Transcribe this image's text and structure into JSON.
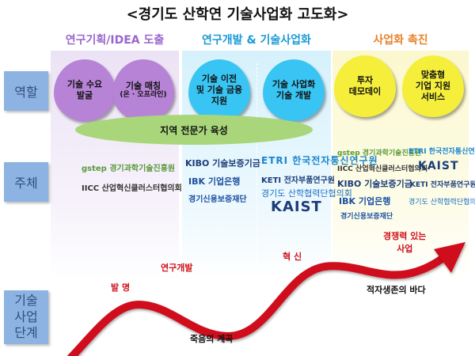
{
  "title": "<경기도 산학연 기술사업화 고도화>",
  "columns": [
    {
      "label": "연구기획/IDEA 도출",
      "color": "#9966cc"
    },
    {
      "label": "연구개발 & 기술사업화",
      "color": "#1a9ad6"
    },
    {
      "label": "사업화 촉진",
      "color": "#e8822a"
    }
  ],
  "row_labels": {
    "role": "역할",
    "actors": "주체",
    "stage": "기술\n사업\n단계"
  },
  "roles": {
    "circles": [
      {
        "line1": "기술 수요",
        "line2": "발굴",
        "line3": ""
      },
      {
        "line1": "기술 매칭",
        "line2": "(온 · 오프라인)",
        "line3": ""
      },
      {
        "line1": "기술 이전",
        "line2": "및 기술 금융",
        "line3": "지원"
      },
      {
        "line1": "기술 사업화",
        "line2": "기술 개발",
        "line3": ""
      },
      {
        "line1": "투자",
        "line2": "데모데이",
        "line3": ""
      },
      {
        "line1": "맞춤형",
        "line2": "기업 지원",
        "line3": "서비스"
      }
    ],
    "shared": "지역 전문가 육성"
  },
  "actors": {
    "gstep": "gstep 경기과학기술진흥원",
    "iicc": "IICC 산업혁신클러스터협의회",
    "kibo": "KIBO 기술보증기금",
    "ibk": "IBK 기업은행",
    "gcgf": "경기신용보증재단",
    "etri": "ETRI 한국전자통신연구원",
    "keti": "KETI 전자부품연구원",
    "council": "경기도 산학협력단협의회",
    "kaist": "KAIST"
  },
  "stages": {
    "invention": "발 명",
    "rnd": "연구개발",
    "innovation": "혁 신",
    "competitive_line1": "경쟁력 있는",
    "competitive_line2": "사업",
    "valley": "죽음의 계곡",
    "sea": "적자생존의 바다"
  },
  "colors": {
    "curve": "#d0101a",
    "row_label_bg": "#8db3e2"
  }
}
